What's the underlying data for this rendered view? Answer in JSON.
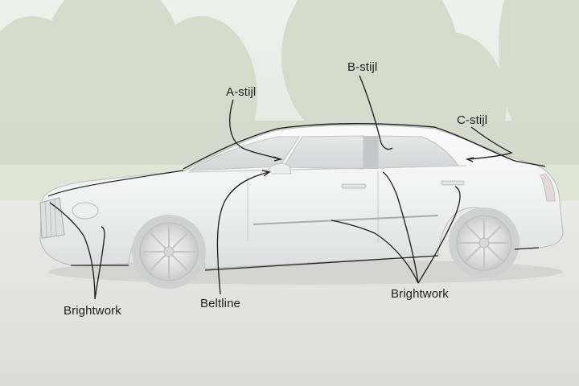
{
  "labels": {
    "a_pillar": "A-stijl",
    "b_pillar": "B-stijl",
    "c_pillar": "C-stijl",
    "brightwork_left": "Brightwork",
    "beltline": "Beltline",
    "brightwork_right": "Brightwork"
  },
  "colors": {
    "sky": "#eeefec",
    "trees": "#d6dccb",
    "grass": "#dfe6d3",
    "road": "#e6e6e4",
    "car_body": "#f5f6f6",
    "leader_line": "#1a1a1a"
  }
}
